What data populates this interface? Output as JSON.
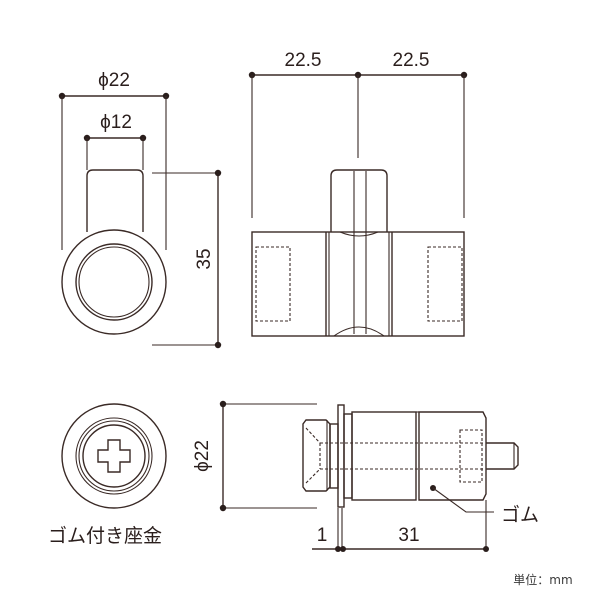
{
  "drawing": {
    "title": "Rubber-seated fastener dimension drawing",
    "stroke_color": "#3a2a26",
    "background": "#ffffff"
  },
  "top_left_view": {
    "outer_diameter_label": "ϕ22",
    "inner_diameter_label": "ϕ12",
    "height_label": "35"
  },
  "top_right_view": {
    "left_span_label": "22.5",
    "right_span_label": "22.5"
  },
  "bottom_left_view": {
    "caption": "ゴム付き座金"
  },
  "bottom_right_view": {
    "diameter_label": "ϕ22",
    "flange_label": "1",
    "length_label": "31",
    "rubber_callout": "ゴム"
  },
  "unit": {
    "label": "単位：mm"
  }
}
